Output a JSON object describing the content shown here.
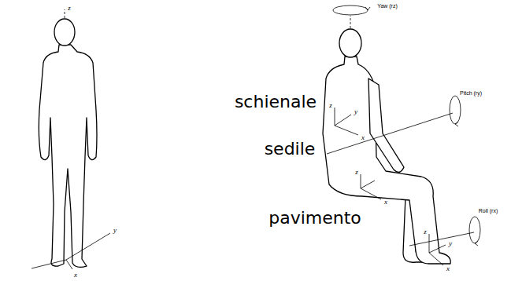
{
  "diagram": {
    "labels": [
      "schienale",
      "sedile",
      "pavimento",
      "Yaw (rz)",
      "Pitch (ry)",
      "Roll (rx)",
      "z",
      "y",
      "x",
      "z",
      "y",
      "x",
      "z",
      "x",
      "z",
      "y",
      "x"
    ]
  }
}
